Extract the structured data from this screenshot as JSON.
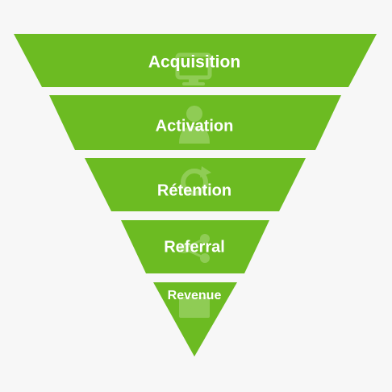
{
  "funnel": {
    "fill_color": "#6cbb22",
    "icon_color": "#8fcc55",
    "background": "#f7f7f7",
    "stages": [
      {
        "label": "Acquisition",
        "icon": "monitor-icon"
      },
      {
        "label": "Activation",
        "icon": "user-icon"
      },
      {
        "label": "Rétention",
        "icon": "refresh-icon"
      },
      {
        "label": "Referral",
        "icon": "share-icon"
      },
      {
        "label": "Revenue",
        "icon": "chart-icon"
      }
    ]
  }
}
